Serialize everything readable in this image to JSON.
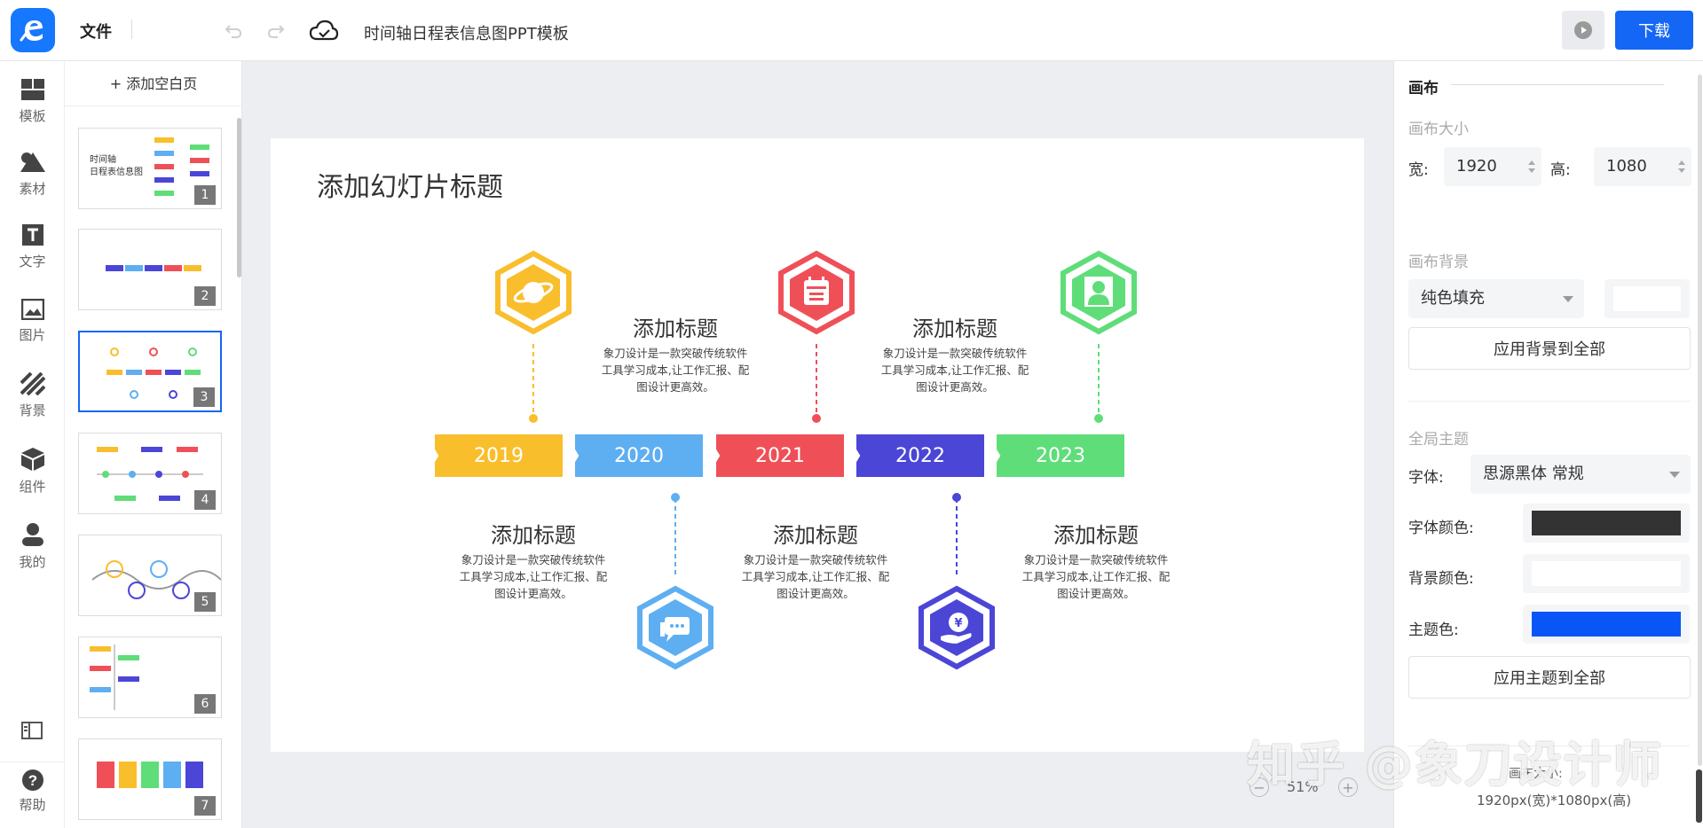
{
  "app": {
    "file_menu": "文件",
    "doc_title": "时间轴日程表信息图PPT模板",
    "download": "下载"
  },
  "nav": {
    "items": [
      {
        "label": "模板",
        "icon": "template-icon"
      },
      {
        "label": "素材",
        "icon": "material-icon"
      },
      {
        "label": "文字",
        "icon": "text-icon"
      },
      {
        "label": "图片",
        "icon": "image-icon"
      },
      {
        "label": "背景",
        "icon": "background-icon"
      },
      {
        "label": "组件",
        "icon": "component-icon"
      },
      {
        "label": "我的",
        "icon": "user-icon"
      }
    ],
    "help": "帮助"
  },
  "pages": {
    "add_label": "+ 添加空白页",
    "numbers": [
      "1",
      "2",
      "3",
      "4",
      "5",
      "6",
      "7"
    ],
    "thumb1_title1": "时间轴",
    "thumb1_title2": "日程表信息图"
  },
  "slide": {
    "title": "添加幻灯片标题",
    "item_title": "添加标题",
    "item_desc_1": "象刀设计是一款突破传统软件",
    "item_desc_2": "工具学习成本,让工作汇报、配",
    "item_desc_3": "图设计更高效。",
    "years": [
      "2019",
      "2020",
      "2021",
      "2022",
      "2023"
    ],
    "colors": [
      "#f9be2c",
      "#5eaef2",
      "#ef5058",
      "#4b46d6",
      "#5fdd79"
    ]
  },
  "zoom": {
    "value": "51%",
    "minus": "−",
    "plus": "+"
  },
  "watermark": "知乎 @象刀设计师",
  "panel": {
    "section": "画布",
    "canvas_size": "画布大小",
    "width_label": "宽:",
    "width_value": "1920",
    "height_label": "高:",
    "height_value": "1080",
    "canvas_bg": "画布背景",
    "fill_type": "纯色填充",
    "apply_bg": "应用背景到全部",
    "global_theme": "全局主题",
    "font_label": "字体:",
    "font_value": "思源黑体 常规",
    "font_color_label": "字体颜色:",
    "bg_color_label": "背景颜色:",
    "theme_color_label": "主题色:",
    "font_color": "#333333",
    "bg_color": "#ffffff",
    "theme_color": "#0a55f5",
    "apply_theme": "应用主题到全部",
    "size_caption": "画布大小:",
    "size_info": "1920px(宽)*1080px(高)"
  }
}
